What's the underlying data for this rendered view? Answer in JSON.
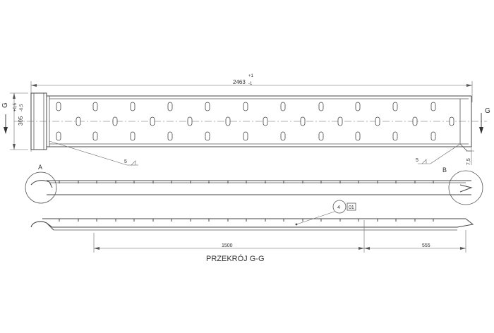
{
  "drawing": {
    "overall_length": {
      "value": "2463",
      "tol_plus": "+1",
      "tol_minus": "-1"
    },
    "diameter": {
      "value": "305",
      "tol_plus": "+0,5",
      "tol_minus": "-0,5"
    },
    "section_marker_left": "G",
    "section_marker_right": "G",
    "detail_a": "A",
    "detail_b": "B",
    "small_dim_right": "7,5",
    "weld_left": "5",
    "weld_right": "5",
    "part_number": "4",
    "part_tag": "01",
    "dim_1500": "1500",
    "dim_555": "555",
    "section_title": "PRZEKRÓJ G-G"
  }
}
